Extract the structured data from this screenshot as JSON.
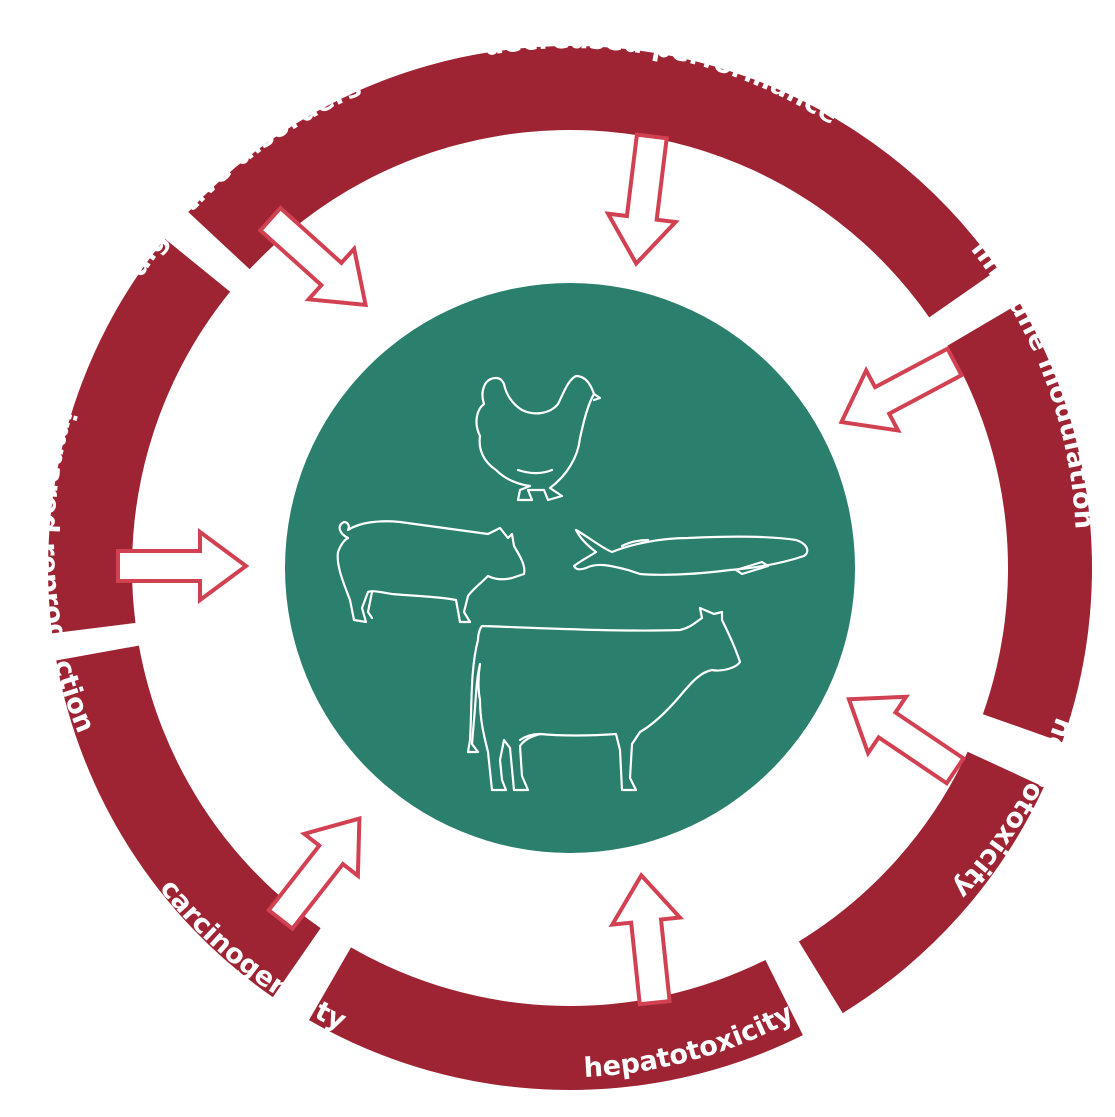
{
  "colors": {
    "ring": "#9e2434",
    "arrow_stroke": "#d14152",
    "center_circle": "#2a7f6d",
    "text": "#ffffff",
    "background": "#ffffff"
  },
  "segments": [
    {
      "label": "decreased performance"
    },
    {
      "label": "immune modulation"
    },
    {
      "label": "neurotoxicity"
    },
    {
      "label": "hepatotoxicity"
    },
    {
      "label": "carcinogenicity"
    },
    {
      "label": "impared reproduction"
    },
    {
      "label": "digestive disorders"
    }
  ],
  "center": {
    "animals": [
      "chicken-icon",
      "pig-icon",
      "fish-icon",
      "cow-icon"
    ]
  }
}
